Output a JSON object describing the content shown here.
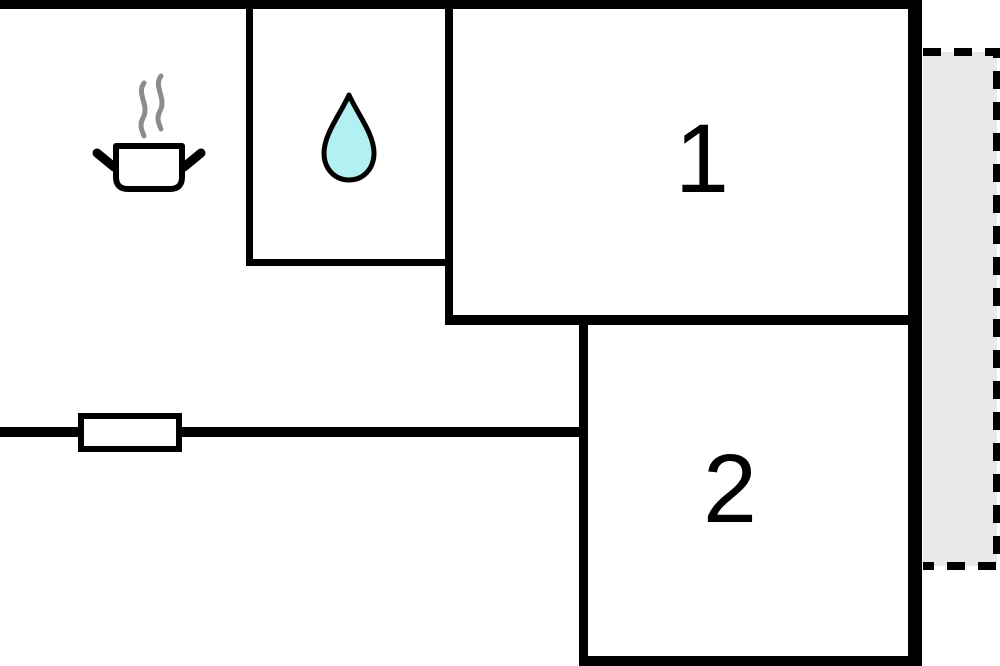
{
  "floor_plan": {
    "type": "apartment-floor-plan",
    "rooms": [
      {
        "label": "1"
      },
      {
        "label": "2"
      }
    ],
    "icons": [
      {
        "name": "cooking-pot-icon"
      },
      {
        "name": "steam-icon"
      },
      {
        "name": "water-drop-icon"
      }
    ],
    "areas": [
      {
        "name": "balcony",
        "style": "dashed-outline"
      },
      {
        "name": "window",
        "style": "white-rect-in-wall"
      }
    ],
    "colors": {
      "wall": "#000000",
      "steam": "#8c8c8c",
      "drop_fill": "#b3f0f1",
      "balcony_fill": "#e9e9e9",
      "window_fill": "#ffffff",
      "background": "#ffffff"
    }
  }
}
